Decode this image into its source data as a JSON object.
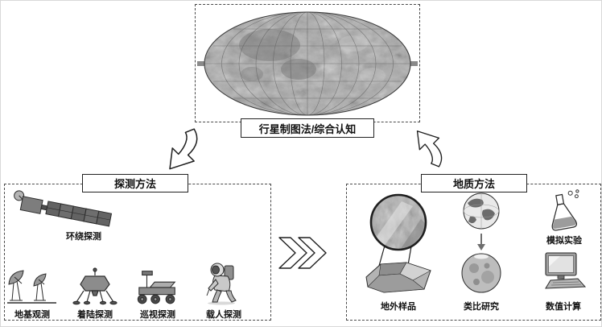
{
  "diagram": {
    "center": {
      "label": "行星制图法/综合认知",
      "map_icon": "planetary-map"
    },
    "detection": {
      "title": "探测方法",
      "orbital": {
        "label": "环绕探测",
        "icon": "satellite-icon"
      },
      "items": [
        {
          "label": "地基观测",
          "icon": "radio-telescope-icon"
        },
        {
          "label": "着陆探测",
          "icon": "lander-icon"
        },
        {
          "label": "巡视探测",
          "icon": "rover-icon"
        },
        {
          "label": "载人探测",
          "icon": "astronaut-icon"
        }
      ]
    },
    "geology": {
      "title": "地质方法",
      "items": [
        {
          "label": "地外样品",
          "icon": "sample-magnifier-icon"
        },
        {
          "label": "类比研究",
          "icon": "earth-mars-globes-icon"
        },
        {
          "label": "模拟实验",
          "icon": "flask-icon"
        },
        {
          "label": "数值计算",
          "icon": "computer-icon"
        }
      ]
    },
    "colors": {
      "background": "#ffffff",
      "line": "#333333",
      "gray_fill": "#9a9a9a"
    }
  }
}
